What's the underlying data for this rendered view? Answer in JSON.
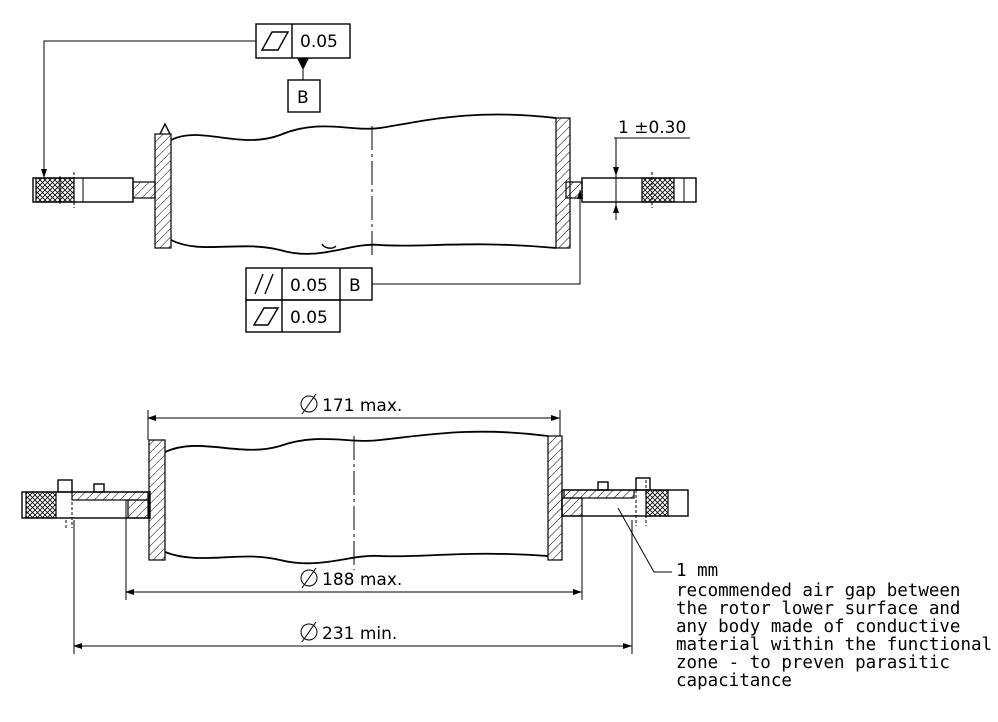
{
  "top_view": {
    "flatness_symbol": "flatness-icon",
    "flatness_value": "0.05",
    "datum_label": "B",
    "shaft_tolerance": "1 ±0.30",
    "parallelism_value": "0.05",
    "parallelism_datum": "B",
    "flatness2_value": "0.05"
  },
  "bottom_view": {
    "dim_171": "171 max.",
    "dim_188": "188 max.",
    "dim_231": "231 min.",
    "air_gap_value": "1 mm",
    "note_lines": [
      "recommended air gap between",
      "the rotor lower surface and",
      "any body made of conductive",
      "material within the functional",
      "zone - to preven parasitic",
      "capacitance"
    ]
  }
}
